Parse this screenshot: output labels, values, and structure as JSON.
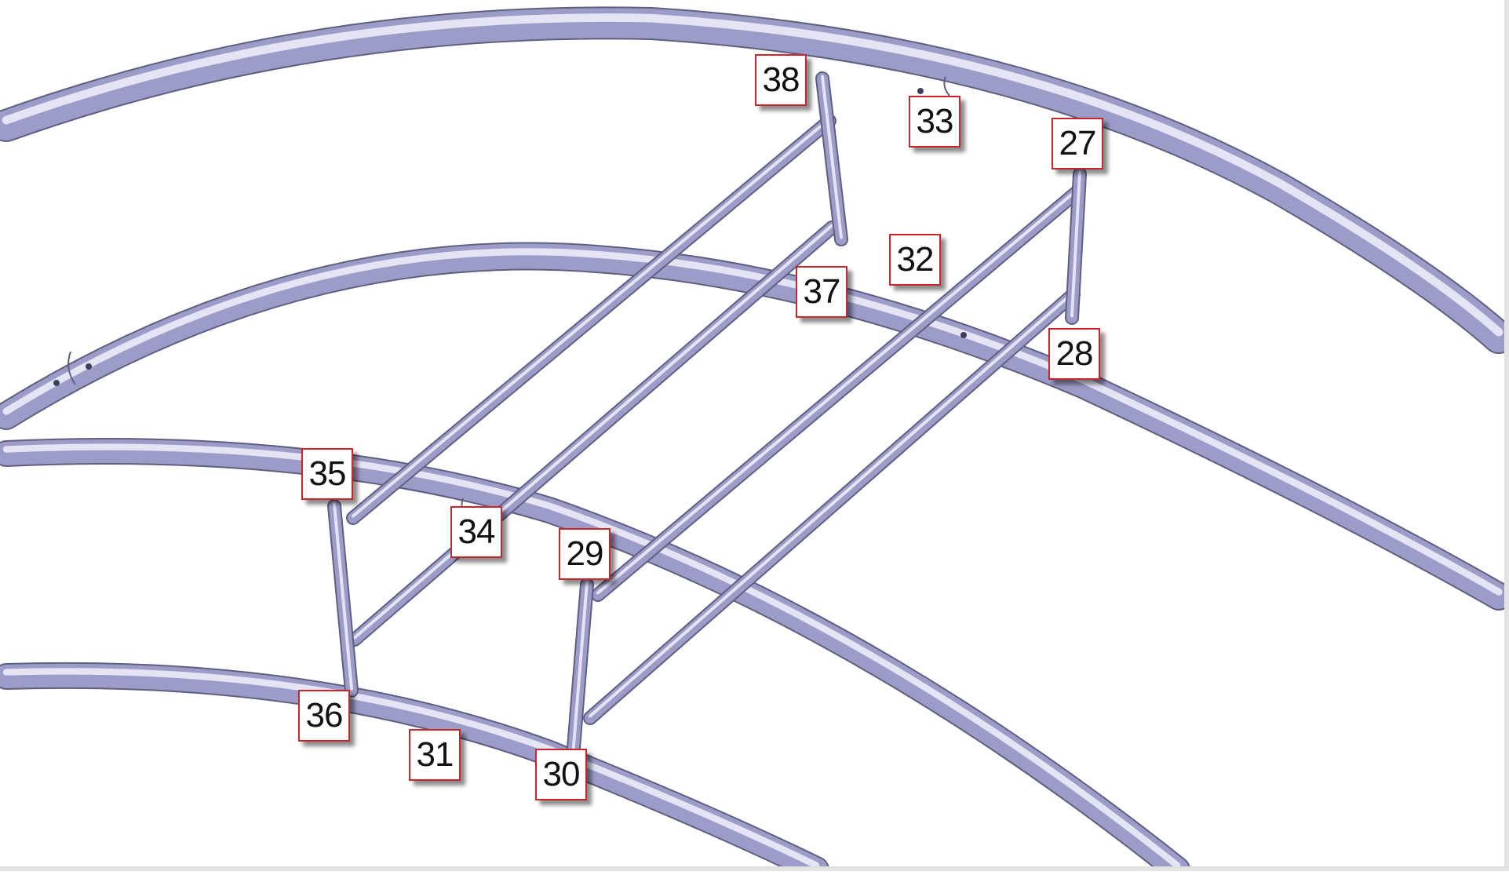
{
  "diagram": {
    "colors": {
      "tube_outline": "#5f5f80",
      "tube_fill": "#9c9cc8",
      "tube_highlight": "#e4e4f4",
      "label_border": "#c8262a",
      "background": "#ffffff"
    },
    "callouts": [
      {
        "id": "27",
        "text": "27"
      },
      {
        "id": "28",
        "text": "28"
      },
      {
        "id": "29",
        "text": "29"
      },
      {
        "id": "30",
        "text": "30"
      },
      {
        "id": "31",
        "text": "31"
      },
      {
        "id": "32",
        "text": "32"
      },
      {
        "id": "33",
        "text": "33"
      },
      {
        "id": "34",
        "text": "34"
      },
      {
        "id": "35",
        "text": "35"
      },
      {
        "id": "36",
        "text": "36"
      },
      {
        "id": "37",
        "text": "37"
      },
      {
        "id": "38",
        "text": "38"
      }
    ]
  }
}
